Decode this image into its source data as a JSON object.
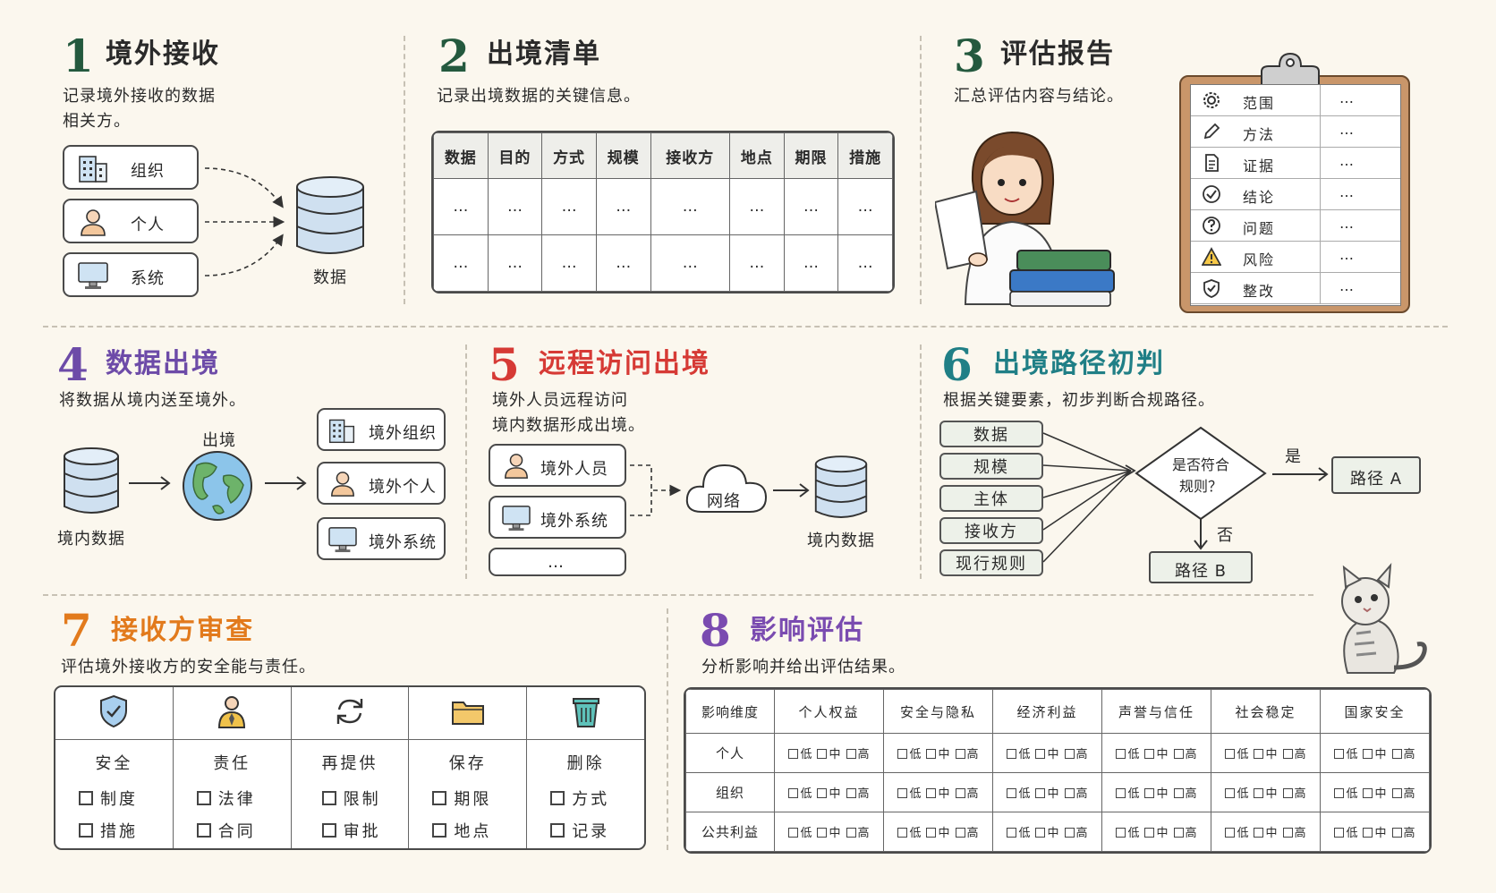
{
  "s1": {
    "num": "1",
    "title": "境外接收",
    "desc": [
      "记录境外接收的数据",
      "相关方。"
    ],
    "items": [
      "组织",
      "个人",
      "系统"
    ],
    "target": "数据"
  },
  "s2": {
    "num": "2",
    "title": "出境清单",
    "desc": "记录出境数据的关键信息。",
    "headers": [
      "数据",
      "目的",
      "方式",
      "规模",
      "接收方",
      "地点",
      "期限",
      "措施"
    ],
    "rows": [
      [
        "…",
        "…",
        "…",
        "…",
        "…",
        "…",
        "…",
        "…"
      ],
      [
        "…",
        "…",
        "…",
        "…",
        "…",
        "…",
        "…",
        "…"
      ]
    ]
  },
  "s3": {
    "num": "3",
    "title": "评估报告",
    "desc": "汇总评估内容与结论。",
    "items": [
      {
        "icon": "gear-icon",
        "label": "范围",
        "value": "…"
      },
      {
        "icon": "pencil-icon",
        "label": "方法",
        "value": "…"
      },
      {
        "icon": "document-icon",
        "label": "证据",
        "value": "…"
      },
      {
        "icon": "check-circle-icon",
        "label": "结论",
        "value": "…"
      },
      {
        "icon": "question-icon",
        "label": "问题",
        "value": "…"
      },
      {
        "icon": "warning-icon",
        "label": "风险",
        "value": "…"
      },
      {
        "icon": "shield-check-icon",
        "label": "整改",
        "value": "…"
      }
    ]
  },
  "s4": {
    "num": "4",
    "title": "数据出境",
    "desc": "将数据从境内送至境外。",
    "source": "境内数据",
    "mid": "出境",
    "targets": [
      "境外组织",
      "境外个人",
      "境外系统"
    ]
  },
  "s5": {
    "num": "5",
    "title": "远程访问出境",
    "desc": [
      "境外人员远程访问",
      "境内数据形成出境。"
    ],
    "sources": [
      "境外人员",
      "境外系统",
      "…"
    ],
    "network": "网络",
    "target": "境内数据"
  },
  "s6": {
    "num": "6",
    "title": "出境路径初判",
    "desc": "根据关键要素，初步判断合规路径。",
    "factors": [
      "数据",
      "规模",
      "主体",
      "接收方",
      "现行规则"
    ],
    "question": [
      "是否符合",
      "规则？"
    ],
    "yes": "是",
    "no": "否",
    "path_a": "路径 A",
    "path_b": "路径 B"
  },
  "s7": {
    "num": "7",
    "title": "接收方审查",
    "desc": "评估境外接收方的安全能与责任。",
    "cols": [
      {
        "icon": "shield-icon",
        "head": "安全",
        "items": [
          "制度",
          "措施"
        ]
      },
      {
        "icon": "person-tie-icon",
        "head": "责任",
        "items": [
          "法律",
          "合同"
        ]
      },
      {
        "icon": "refresh-icon",
        "head": "再提供",
        "items": [
          "限制",
          "审批"
        ]
      },
      {
        "icon": "folder-icon",
        "head": "保存",
        "items": [
          "期限",
          "地点"
        ]
      },
      {
        "icon": "trash-icon",
        "head": "删除",
        "items": [
          "方式",
          "记录"
        ]
      }
    ]
  },
  "s8": {
    "num": "8",
    "title": "影响评估",
    "desc": "分析影响并给出评估结果。",
    "corner": "影响维度",
    "headers": [
      "个人权益",
      "安全与隐私",
      "经济利益",
      "声誉与信任",
      "社会稳定",
      "国家安全"
    ],
    "rows": [
      "个人",
      "组织",
      "公共利益"
    ],
    "levels": [
      "低",
      "中",
      "高"
    ]
  },
  "colors": {
    "green": "#2e8a57",
    "purple": "#6d4ba8",
    "red": "#d63a35",
    "teal": "#207f86",
    "orange": "#e27a1c",
    "violet": "#7a4bb0",
    "background": "#fbf7ee"
  }
}
